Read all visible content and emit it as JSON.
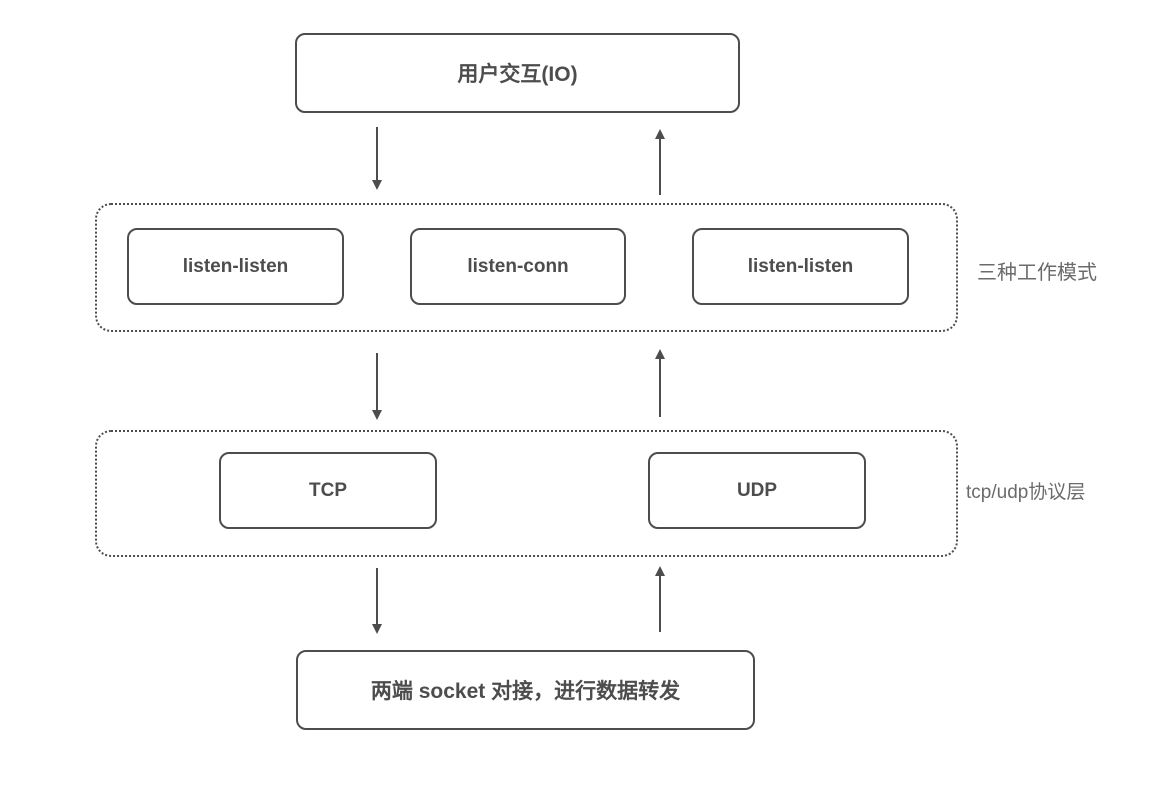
{
  "diagram": {
    "title": "socket forwarding architecture diagram",
    "top_box": {
      "label": "用户交互(IO)"
    },
    "modes_group": {
      "side_label": "三种工作模式",
      "items": [
        {
          "label": "listen-listen"
        },
        {
          "label": "listen-conn"
        },
        {
          "label": "listen-listen"
        }
      ]
    },
    "protocol_group": {
      "side_label": "tcp/udp协议层",
      "items": [
        {
          "label": "TCP"
        },
        {
          "label": "UDP"
        }
      ]
    },
    "bottom_box": {
      "label": "两端 socket 对接，进行数据转发"
    },
    "colors": {
      "border": "#4d4d4d",
      "box_text": "#4d4d4d",
      "side_label_text": "#6b6b6b",
      "background": "#ffffff"
    }
  }
}
